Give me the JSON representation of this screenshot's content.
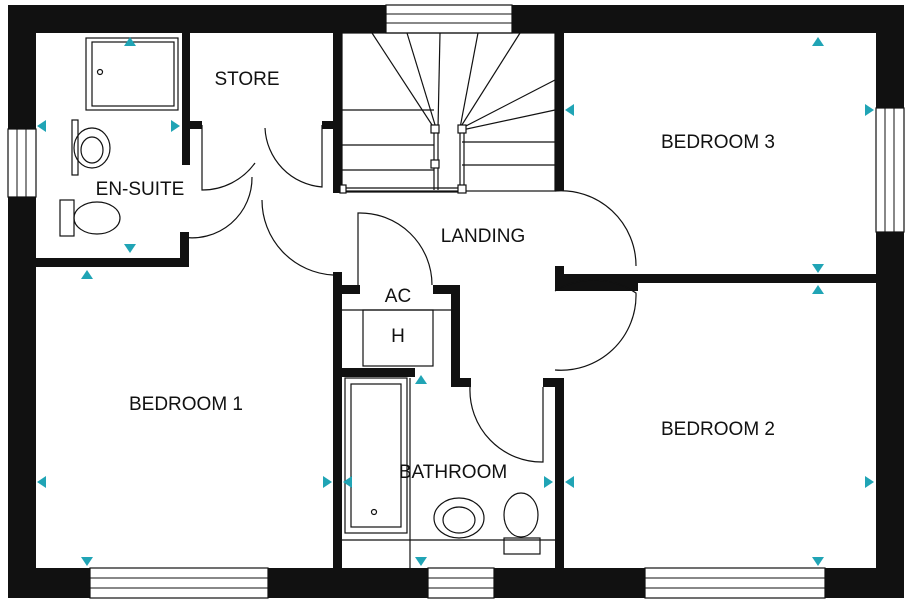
{
  "rooms": {
    "store": "STORE",
    "en_suite": "EN-SUITE",
    "landing": "LANDING",
    "ac": "AC",
    "heater": "H",
    "bedroom1": "BEDROOM 1",
    "bedroom2": "BEDROOM 2",
    "bedroom3": "BEDROOM 3",
    "bathroom": "BATHROOM"
  },
  "colors": {
    "wall": "#111111",
    "marker": "#20a4b5",
    "background": "#ffffff"
  }
}
